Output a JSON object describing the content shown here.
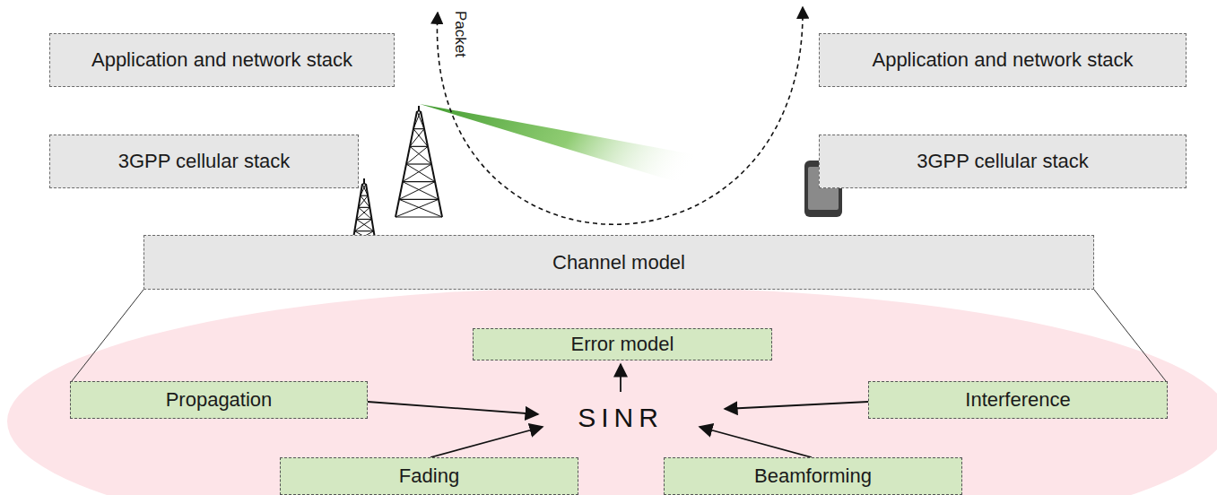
{
  "diagram": {
    "nodes": [
      {
        "text": [
          "Application and network stack"
        ]
      },
      {
        "text": [
          "3GPP cellular stack"
        ]
      },
      {
        "text": [
          "Application and network stack"
        ]
      },
      {
        "text": [
          "3GPP cellular stack"
        ]
      },
      {
        "text": [
          "Channel model"
        ]
      },
      {
        "text": [
          "Error model"
        ]
      },
      {
        "text": [
          "Propagation"
        ]
      },
      {
        "text": [
          "Interference"
        ]
      },
      {
        "text": [
          "Fading"
        ]
      },
      {
        "text": [
          "Beamforming"
        ]
      }
    ],
    "labels": [
      "SINR",
      "Packet"
    ]
  }
}
